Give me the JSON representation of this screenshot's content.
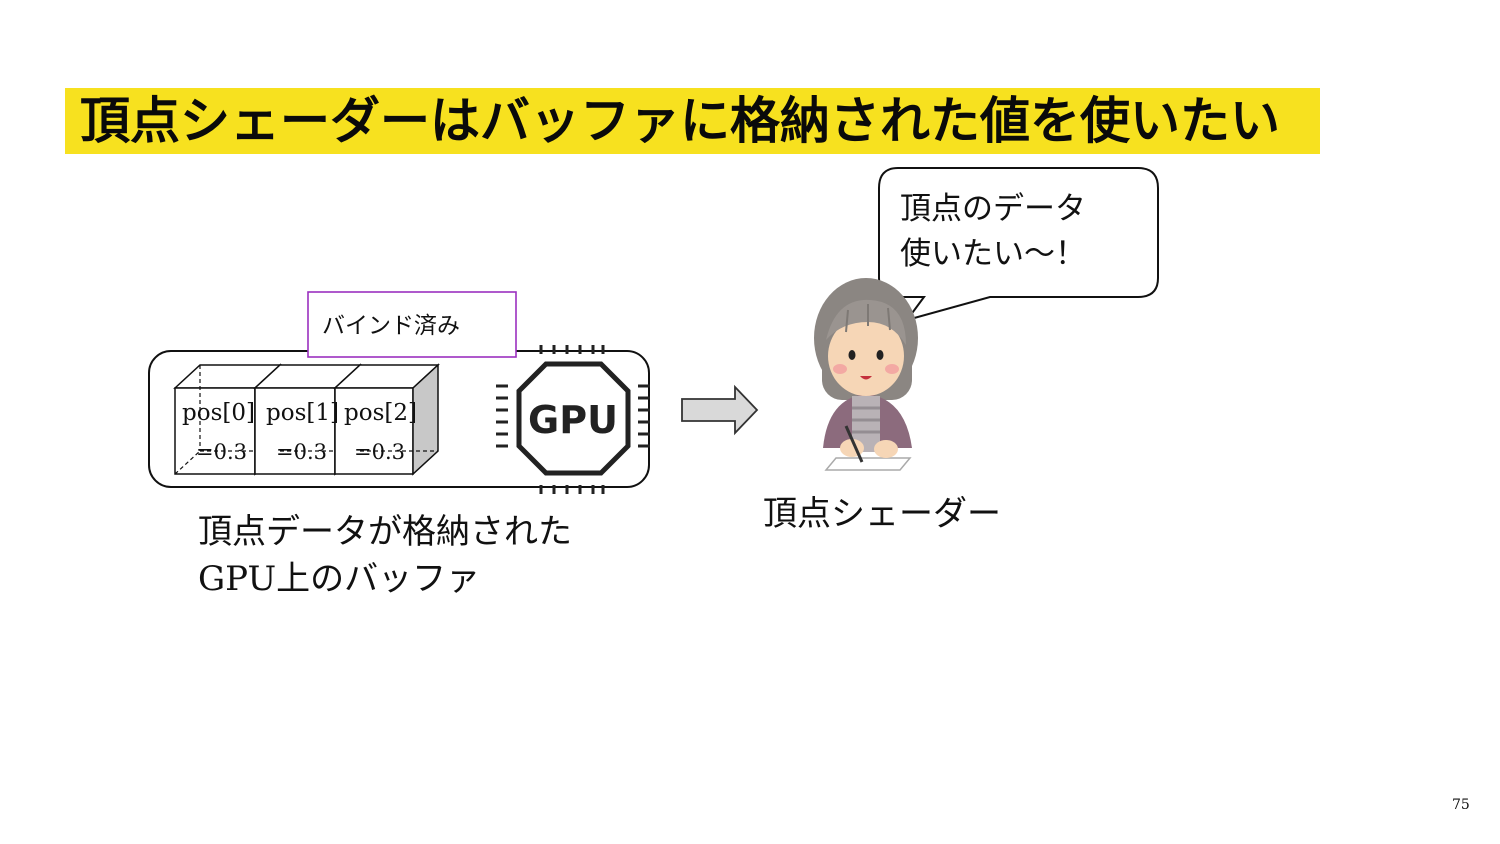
{
  "slide": {
    "title": "頂点シェーダーはバッファに格納された値を使いたい",
    "page_number": "75"
  },
  "buffer": {
    "bind_label": "バインド済み",
    "cells": [
      {
        "label": "pos[0]",
        "value": "=0.3"
      },
      {
        "label": "pos[1]",
        "value": "=0.3"
      },
      {
        "label": "pos[2]",
        "value": "=0.3"
      }
    ],
    "gpu_label": "GPU",
    "caption_line1": "頂点データが格納された",
    "caption_line2": "GPU上のバッファ"
  },
  "shader": {
    "bubble_line1": "頂点のデータ",
    "bubble_line2": "使いたい～！",
    "caption": "頂点シェーダー"
  },
  "colors": {
    "title_highlight": "#f7e11f",
    "bind_box_border": "#9b30c0"
  },
  "icons": {
    "arrow": "right-arrow-icon",
    "chip": "gpu-chip-icon",
    "person": "elderly-woman-writing-illustration"
  }
}
